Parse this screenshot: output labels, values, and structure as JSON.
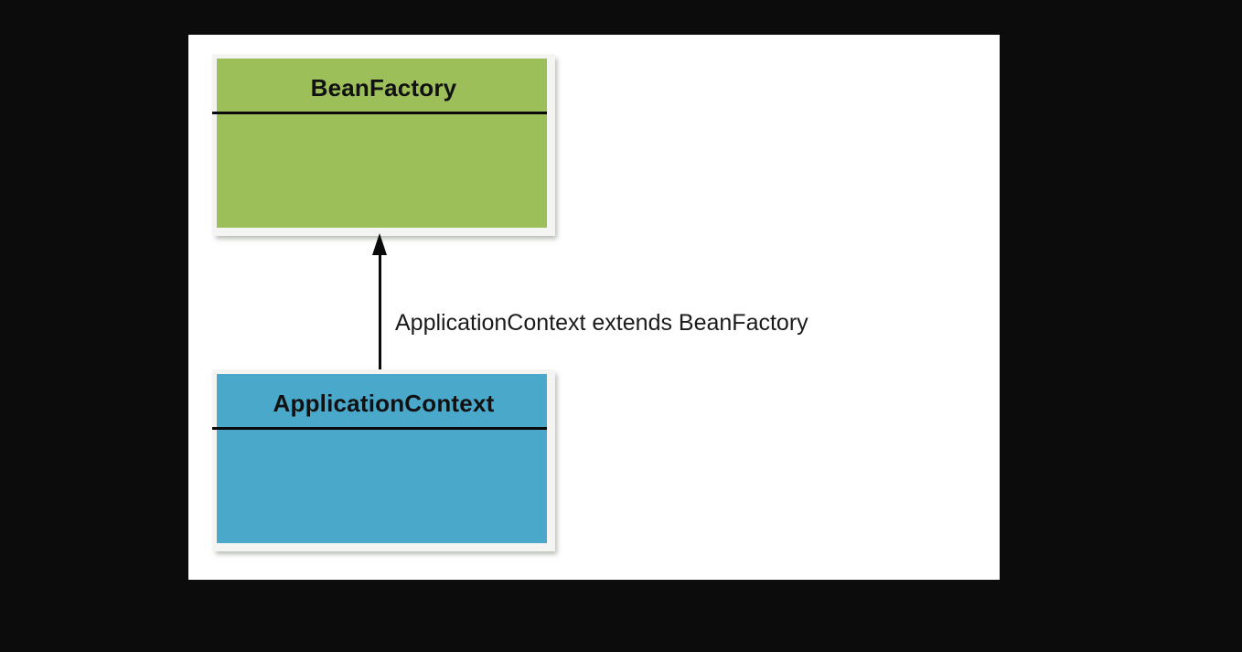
{
  "diagram": {
    "type": "uml-class-diagram",
    "canvas_background": "#ffffff",
    "page_background": "#0c0c0c",
    "classes": [
      {
        "id": "beanfactory",
        "name": "BeanFactory",
        "fill_color": "#9cbf59",
        "frame_color": "#f4f4f2",
        "text_color": "#111111",
        "compartments": [
          "members"
        ]
      },
      {
        "id": "applicationcontext",
        "name": "ApplicationContext",
        "fill_color": "#4aa9cb",
        "frame_color": "#f4f4f2",
        "text_color": "#111111",
        "compartments": [
          "members"
        ]
      }
    ],
    "relationships": [
      {
        "id": "extends",
        "kind": "generalization",
        "from": "ApplicationContext",
        "to": "BeanFactory",
        "label": "ApplicationContext extends BeanFactory",
        "arrow_color": "#0a0a0a",
        "direction": "up"
      }
    ]
  }
}
